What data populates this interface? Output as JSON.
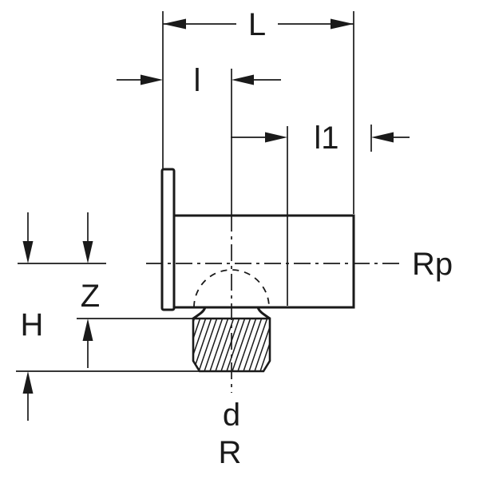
{
  "drawing": {
    "colors": {
      "line": "#1a1a1a",
      "background": "#ffffff"
    },
    "dimensions": {
      "L": "L",
      "l": "l",
      "l1": "l1",
      "Rp": "Rp",
      "Z": "Z",
      "H": "H",
      "d": "d",
      "R": "R"
    }
  }
}
